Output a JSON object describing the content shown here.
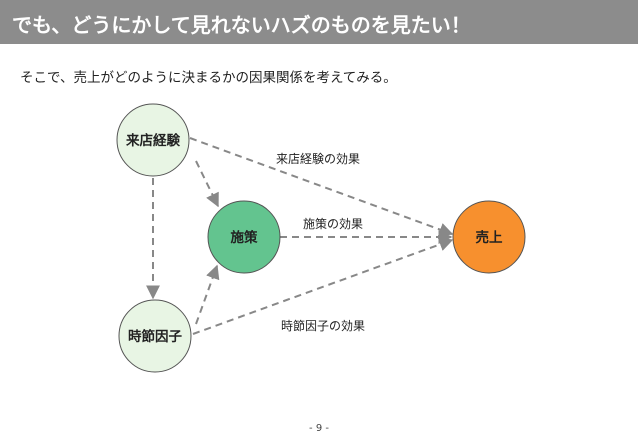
{
  "header": {
    "title": "でも、どうにかして見れないハズのものを見たい！",
    "bg_color": "#8c8c8c"
  },
  "intro_text": "そこで、売上がどのように決まるかの因果関係を考えてみる。",
  "nodes": {
    "experience": {
      "label": "来店経験",
      "color": "#e8f5e4"
    },
    "measure": {
      "label": "施策",
      "color": "#63c48f"
    },
    "season": {
      "label": "時節因子",
      "color": "#e8f5e4"
    },
    "sales": {
      "label": "売上",
      "color": "#f7902e"
    }
  },
  "edge_labels": {
    "experience_effect": "来店経験の効果",
    "measure_effect": "施策の効果",
    "season_effect": "時節因子の効果"
  },
  "page_number": "- 9 -"
}
